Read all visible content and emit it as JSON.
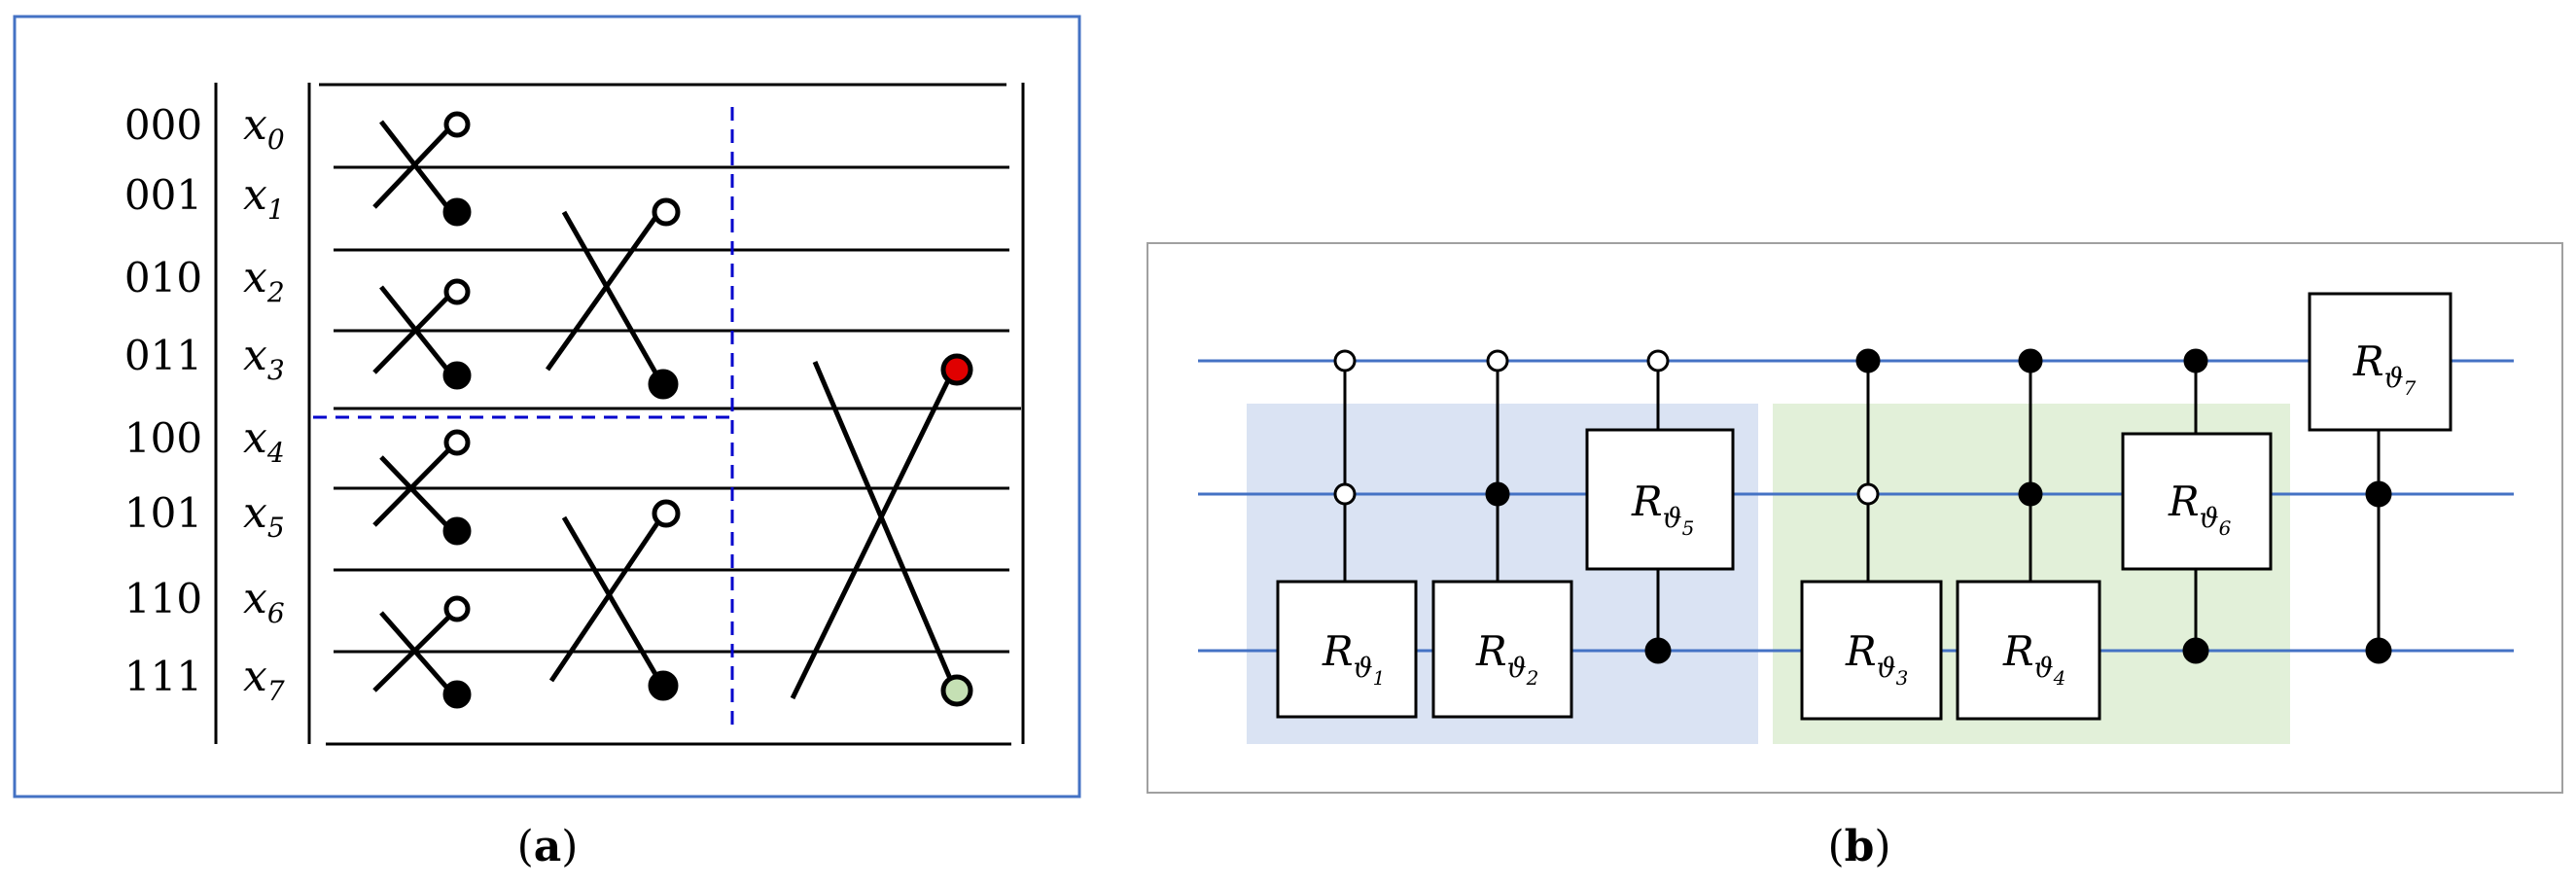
{
  "panel_a": {
    "caption_open": "(",
    "caption_letter": "a",
    "caption_close": ")",
    "rows": [
      {
        "bits": "000",
        "var": "x",
        "sub": "0"
      },
      {
        "bits": "001",
        "var": "x",
        "sub": "1"
      },
      {
        "bits": "010",
        "var": "x",
        "sub": "2"
      },
      {
        "bits": "011",
        "var": "x",
        "sub": "3"
      },
      {
        "bits": "100",
        "var": "x",
        "sub": "4"
      },
      {
        "bits": "101",
        "var": "x",
        "sub": "5"
      },
      {
        "bits": "110",
        "var": "x",
        "sub": "6"
      },
      {
        "bits": "111",
        "var": "x",
        "sub": "7"
      }
    ],
    "colors": {
      "frame": "#4472c4",
      "dashed": "#0000cc",
      "top_marker": "#e00000",
      "bottom_marker": "#c5e0b4"
    }
  },
  "panel_b": {
    "caption_open": "(",
    "caption_letter": "b",
    "caption_close": ")",
    "gates": [
      {
        "label": "R",
        "sub_symbol": "ϑ",
        "sub_index": "1"
      },
      {
        "label": "R",
        "sub_symbol": "ϑ",
        "sub_index": "2"
      },
      {
        "label": "R",
        "sub_symbol": "ϑ",
        "sub_index": "5"
      },
      {
        "label": "R",
        "sub_symbol": "ϑ",
        "sub_index": "3"
      },
      {
        "label": "R",
        "sub_symbol": "ϑ",
        "sub_index": "4"
      },
      {
        "label": "R",
        "sub_symbol": "ϑ",
        "sub_index": "6"
      },
      {
        "label": "R",
        "sub_symbol": "ϑ",
        "sub_index": "7"
      }
    ],
    "colors": {
      "wire": "#4472c4",
      "blue_block": "#dae3f3",
      "green_block": "#e2f0d9",
      "frame": "#a0a0a0"
    }
  }
}
